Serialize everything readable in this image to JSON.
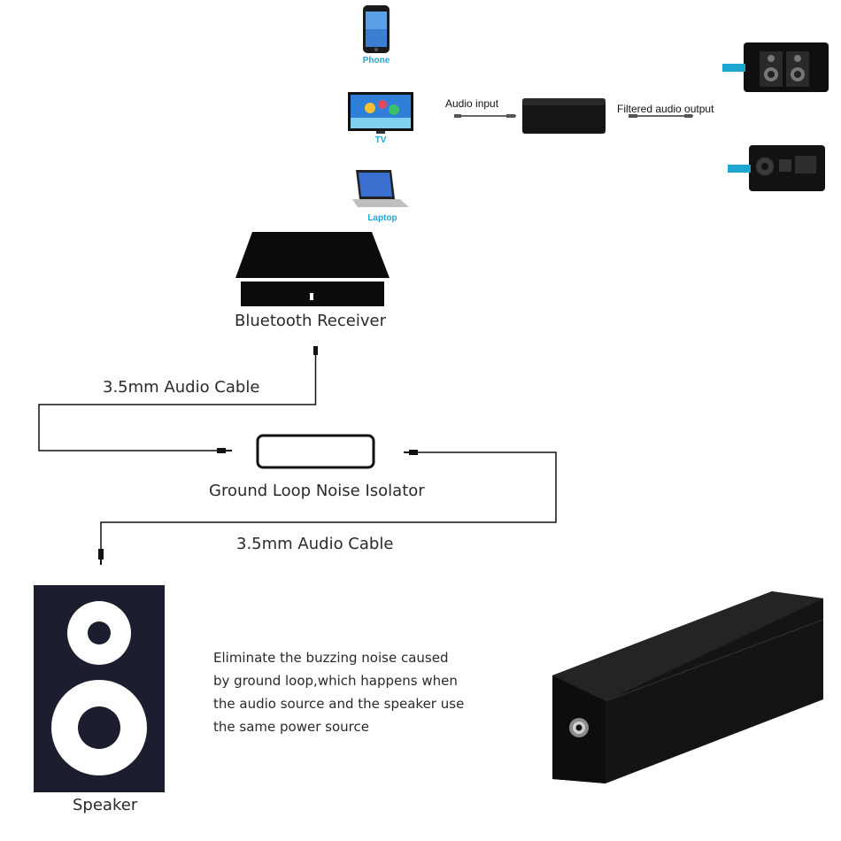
{
  "devices": {
    "phone": "Phone",
    "tv": "TV",
    "laptop": "Laptop"
  },
  "top_flow": {
    "input_label": "Audio input",
    "output_label": "Filtered audio output"
  },
  "diagram": {
    "receiver_label": "Bluetooth Receiver",
    "cable_top_label": "3.5mm Audio Cable",
    "isolator_label": "Ground Loop Noise Isolator",
    "cable_bottom_label": "3.5mm Audio Cable",
    "speaker_label": "Speaker"
  },
  "description": {
    "line1": "Eliminate the buzzing noise caused",
    "line2": "by ground loop,which happens when",
    "line3": "the audio source and the speaker use",
    "line4": "the same power source"
  },
  "colors": {
    "accent_cyan": "#19a7d6",
    "device_black": "#111111",
    "speaker_navy": "#1c1d2e"
  }
}
